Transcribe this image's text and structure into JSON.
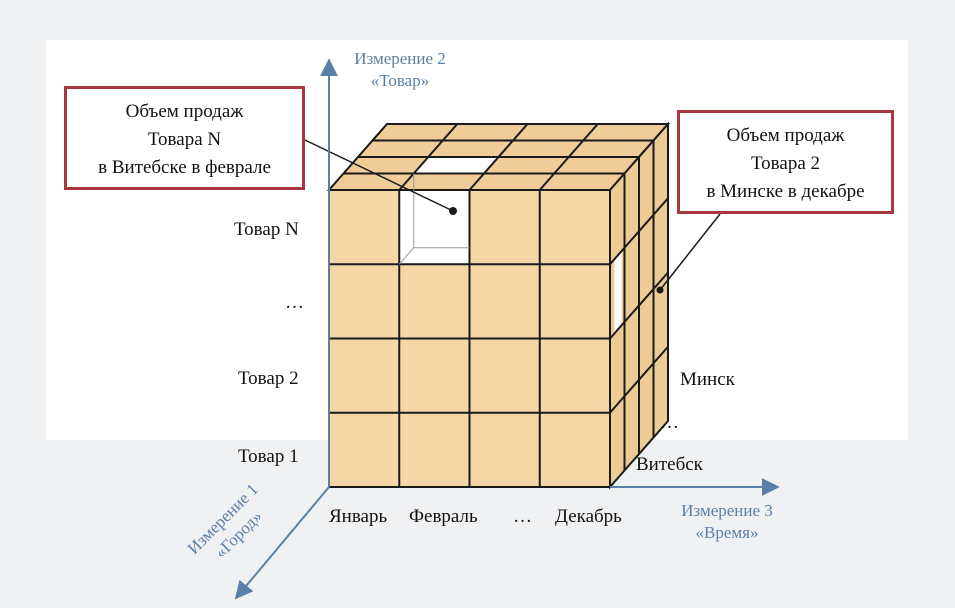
{
  "axes": {
    "dim2": {
      "line1": "Измерение 2",
      "line2": "«Товар»"
    },
    "dim3": {
      "line1": "Измерение 3",
      "line2": "«Время»"
    },
    "dim1": {
      "line1": "Измерение 1",
      "line2": "«Город»"
    }
  },
  "rows": [
    "Товар N",
    "…",
    "Товар 2",
    "Товар 1"
  ],
  "columns": [
    "Январь",
    "Февраль",
    "…",
    "Декабрь"
  ],
  "depth": [
    "Минск",
    "…",
    "Витебск"
  ],
  "callouts": {
    "left": {
      "line1": "Объем продаж",
      "line2": "Товара N",
      "line3": "в Витебске в феврале"
    },
    "right": {
      "line1": "Объем продаж",
      "line2": "Товара 2",
      "line3": "в Минске в декабре"
    }
  },
  "colors": {
    "cube_face": "#f5d6a6",
    "cube_top": "#f0cd98",
    "cube_side": "#eccb95",
    "edge": "#1a1a1a",
    "axis": "#5a7fa8",
    "callout_border": "#a8373e"
  }
}
